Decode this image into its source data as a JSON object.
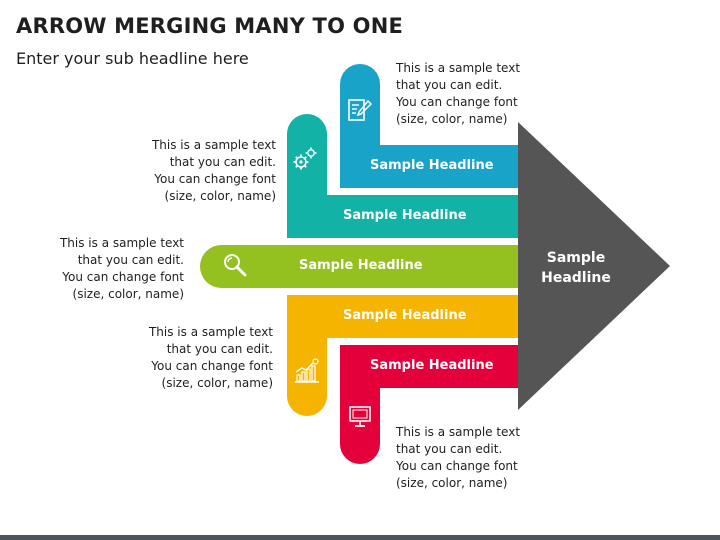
{
  "header": {
    "title": "ARROW MERGING MANY TO ONE",
    "subtitle": "Enter your sub headline here"
  },
  "arrow": {
    "label_line1": "Sample",
    "label_line2": "Headline",
    "color": "#555555"
  },
  "items": [
    {
      "headline": "Sample Headline",
      "color": "#1aa3c8",
      "icon": "edit-document-icon"
    },
    {
      "headline": "Sample Headline",
      "color": "#13b2a6",
      "icon": "gears-icon"
    },
    {
      "headline": "Sample Headline",
      "color": "#94c11f",
      "icon": "search-icon"
    },
    {
      "headline": "Sample Headline",
      "color": "#f5b400",
      "icon": "growth-chart-icon"
    },
    {
      "headline": "Sample Headline",
      "color": "#e4003a",
      "icon": "monitor-icon"
    }
  ],
  "descriptions": {
    "top": "This is a sample text that you can edit. You can change font (size, color, name)",
    "upper_left": "This is a sample text that you can edit. You can change font (size, color, name)",
    "middle_left": "This is a sample text that you can edit. You can change font (size, color, name)",
    "lower_left": "This is a sample text that you can edit. You can change font (size, color, name)",
    "bottom": "This is a sample text that you can edit. You can change font (size, color, name)"
  }
}
